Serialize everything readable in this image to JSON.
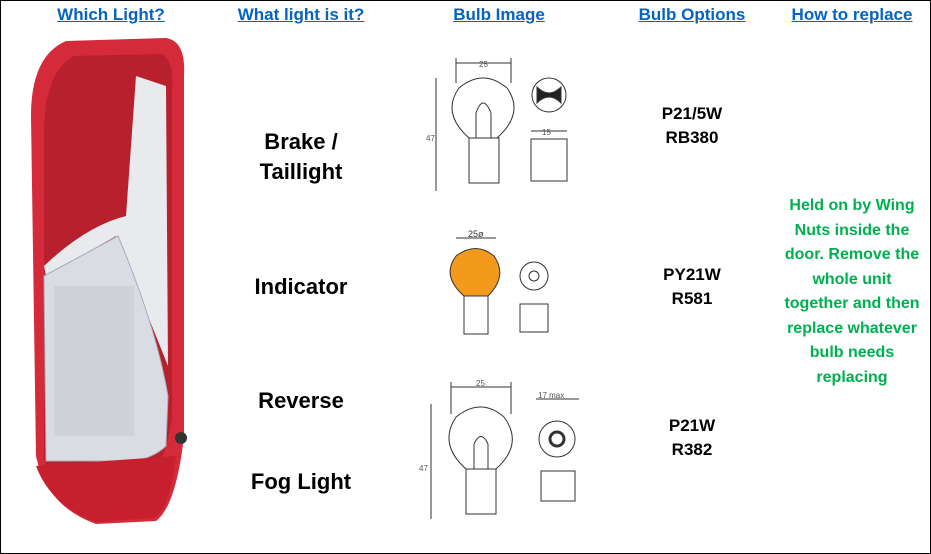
{
  "headers": [
    "Which Light?",
    "What light is it?",
    "Bulb Image",
    "Bulb Options",
    "How to replace"
  ],
  "lights": [
    {
      "name": "Brake /\nTaillight",
      "line1": "Brake /",
      "line2": "Taillight"
    },
    {
      "name": "Indicator"
    },
    {
      "name": "Reverse"
    },
    {
      "name": "Fog Light"
    }
  ],
  "bulb_options": [
    {
      "code": "P21/5W",
      "ref": "RB380"
    },
    {
      "code": "PY21W",
      "ref": "R581"
    },
    {
      "code": "P21W",
      "ref": "R382"
    }
  ],
  "bulb_diagrams": [
    {
      "width": "25",
      "height": "47",
      "base": "15"
    },
    {
      "width": "25ø"
    },
    {
      "width": "25",
      "height": "47",
      "base": "17 max"
    }
  ],
  "how_to_replace": "Held on by Wing Nuts inside the door.  Remove the whole unit together and then replace whatever bulb needs replacing",
  "colors": {
    "header": "#0563c1",
    "instructions": "#00b050",
    "amber": "#f39a1c",
    "lamp_red": "#d42a3a"
  }
}
